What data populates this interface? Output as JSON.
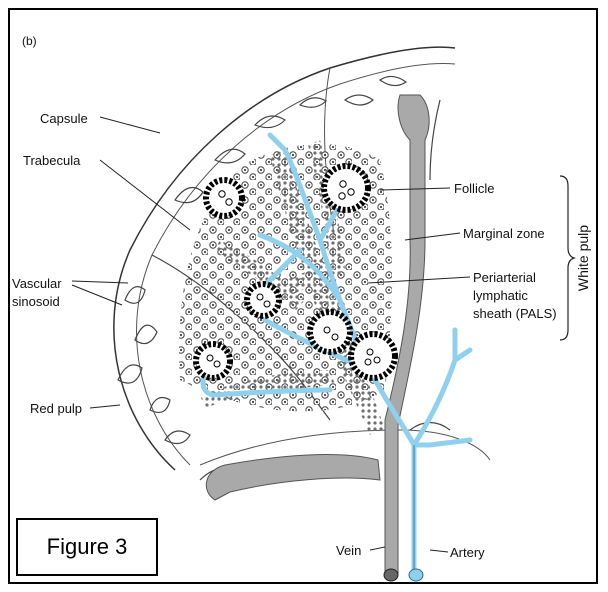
{
  "diagram": {
    "panel_label": "(b)",
    "labels": {
      "capsule": "Capsule",
      "trabecula": "Trabecula",
      "vascular_sinosoid_1": "Vascular",
      "vascular_sinosoid_2": "sinosoid",
      "red_pulp": "Red pulp",
      "follicle": "Follicle",
      "marginal_zone": "Marginal zone",
      "pals_1": "Periarterial",
      "pals_2": "lymphatic",
      "pals_3": "sheath (PALS)",
      "white_pulp": "White pulp",
      "vein": "Vein",
      "artery": "Artery"
    },
    "figure_caption": "Figure 3",
    "colors": {
      "artery": "#8fd0ee",
      "vein": "#a9a9a9",
      "pals": "#9a9a9a",
      "outline": "#333333"
    }
  }
}
